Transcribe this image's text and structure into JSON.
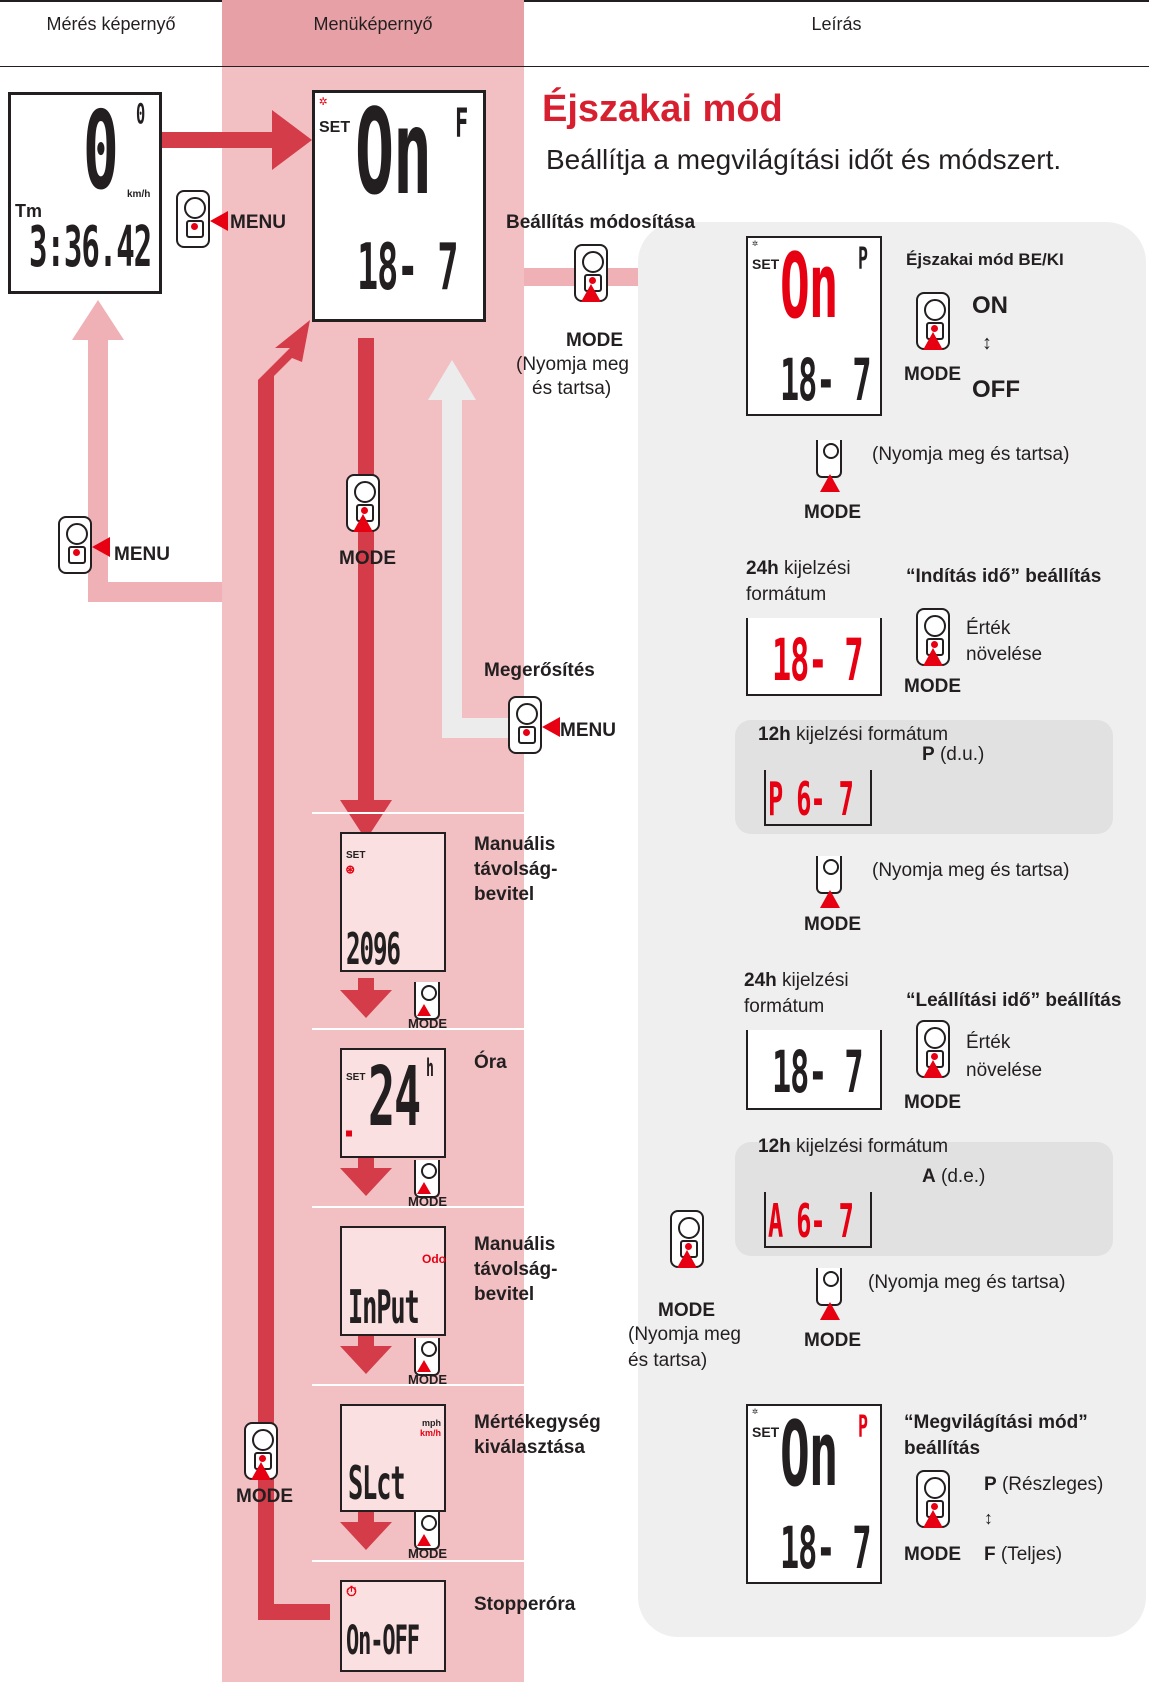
{
  "header": {
    "col1": "Mérés képernyő",
    "col2": "Menüképernyő",
    "col3": "Leírás"
  },
  "title": "Éjszakai mód",
  "subtitle": "Beállítja a megvilágítási időt és módszert.",
  "measure_screen": {
    "speed": "0",
    "speed_sup": "0",
    "unit": "km/h",
    "tm_label": "Tm",
    "time": "3:36.42"
  },
  "menu_screen": {
    "set": "SET",
    "top": "On",
    "sup": "F",
    "bottom": "18- 7"
  },
  "buttons": {
    "menu": "MENU",
    "mode": "MODE"
  },
  "labels": {
    "change_setting": "Beállítás módosítása",
    "press_hold": "(Nyomja meg és tartsa)",
    "press_hold_l1": "(Nyomja meg",
    "press_hold_l2": "és tartsa)",
    "confirm": "Megerősítés",
    "manual_distance_l1": "Manuális",
    "manual_distance_l2": "távolság-",
    "manual_distance_l3": "bevitel",
    "clock": "Óra",
    "unit_select_l1": "Mértékegység",
    "unit_select_l2": "kiválasztása",
    "stopwatch": "Stopperóra"
  },
  "menu_items": [
    {
      "set": "SET",
      "value": "2096"
    },
    {
      "set": "SET",
      "value": "24",
      "sup": "h"
    },
    {
      "odo": "Odo",
      "value": "InPut"
    },
    {
      "unit1": "mph",
      "unit2": "km/h",
      "value": "SLct"
    },
    {
      "value": "On-OFF"
    }
  ],
  "desc": {
    "night_onoff": "Éjszakai mód BE/KI",
    "on": "ON",
    "off": "OFF",
    "swap": "↕",
    "screen1": {
      "set": "SET",
      "top": "On",
      "sup": "P",
      "bottom": "18- 7"
    },
    "h24": "24h",
    "h24_rest_l1": "kijelzési",
    "h24_rest_l1b": "kijelzési",
    "fmt": "formátum",
    "start_time": "“Indítás idő” beállítás",
    "value_inc_l1": "Érték",
    "value_inc_l2": "növelése",
    "start_value": "18- 7",
    "h12": "12h",
    "h12_rest": "kijelzési formátum",
    "p_label": "P",
    "p_desc": "(d.u.)",
    "p_value": "P 6- 7",
    "stop_time": "“Leállítási idő” beállítás",
    "stop_value": "18- 7",
    "a_label": "A",
    "a_desc": "(d.e.)",
    "a_value": "A 6- 7",
    "light_mode_l1": "“Megvilágítási mód”",
    "light_mode_l2": "beállítás",
    "screen2": {
      "set": "SET",
      "top": "On",
      "sup": "P",
      "bottom": "18- 7"
    },
    "p_full": "P",
    "p_full_desc": "(Részleges)",
    "f_full": "F",
    "f_full_desc": "(Teljes)"
  }
}
